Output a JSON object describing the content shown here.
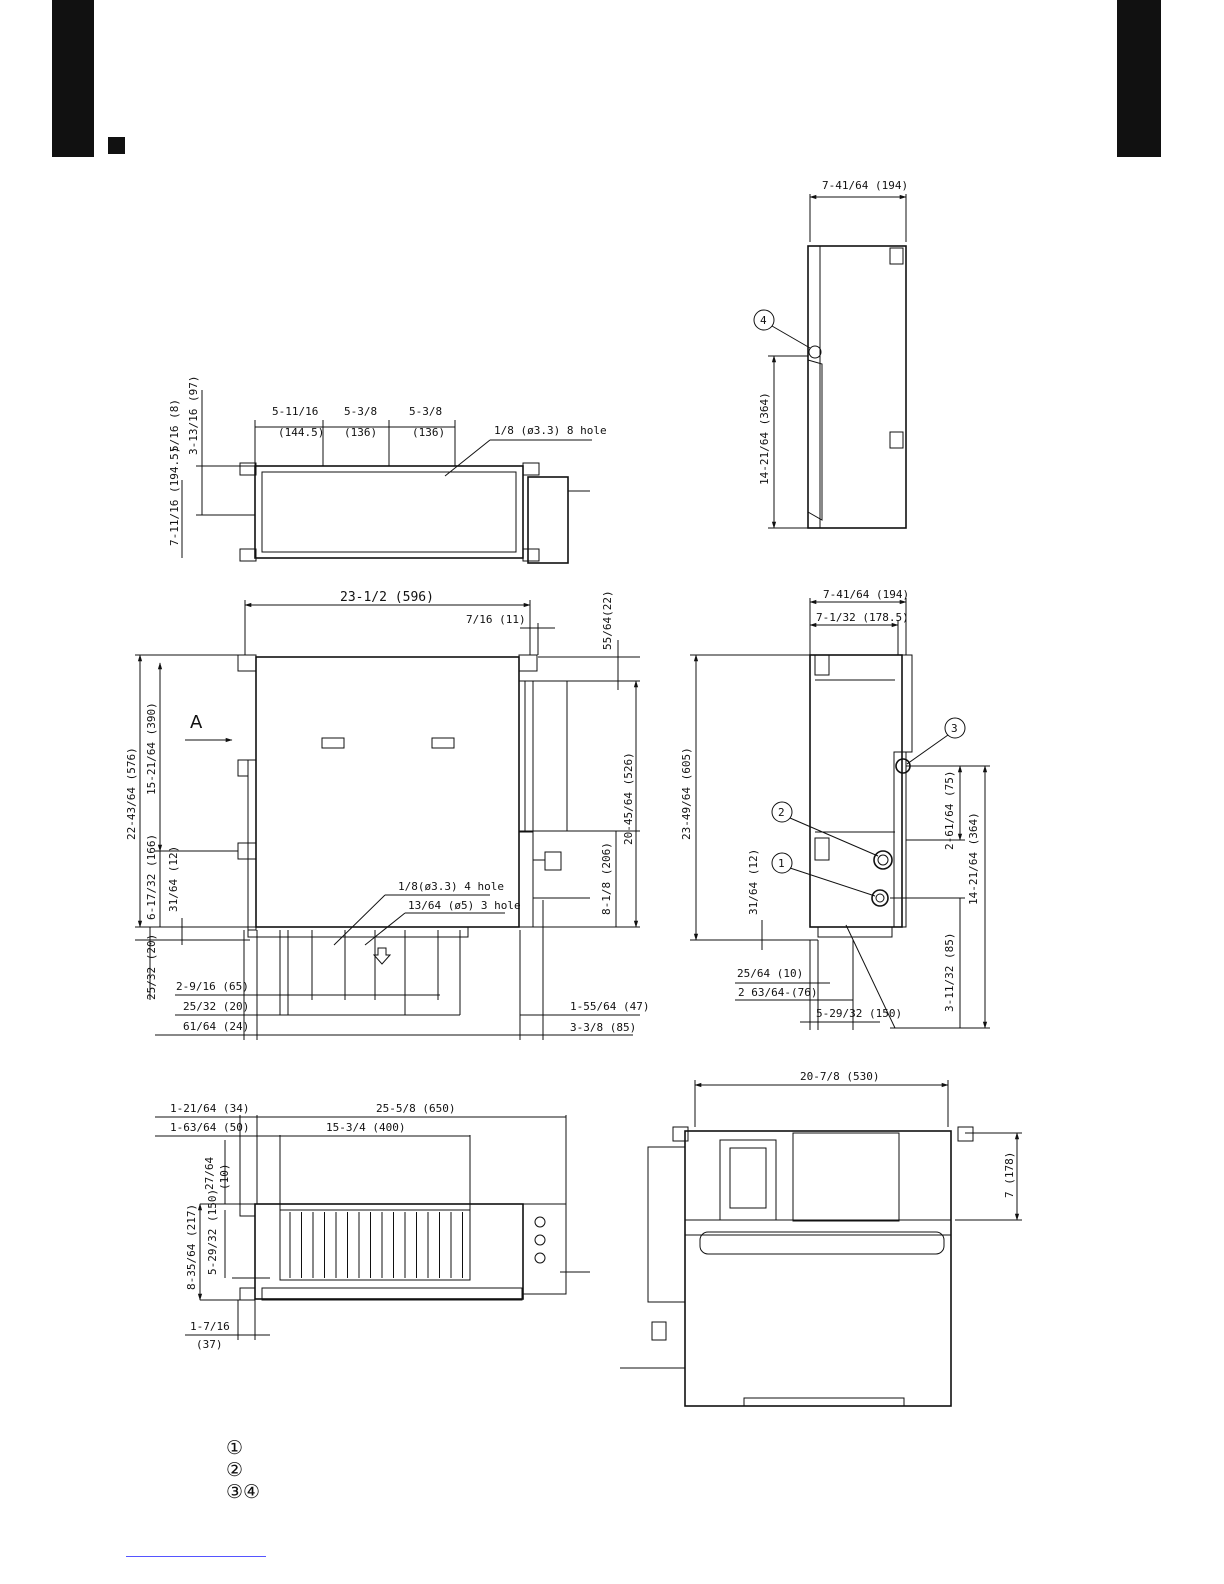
{
  "top_view": {
    "dims": [
      "5-11/16",
      "(144.5)",
      "5-3/8",
      "(136)",
      "5-3/8",
      "(136)",
      "5/16 (8)",
      "3-13/16 (97)",
      "7-11/16 (194.5)"
    ],
    "hole_note": "1/8 (ø3.3) 8 hole"
  },
  "side_view_top": {
    "dims": [
      "7-41/64 (194)",
      "14-21/64 (364)"
    ],
    "marker": "4"
  },
  "front_view": {
    "arrow_label": "A",
    "dims": [
      "23-1/2 (596)",
      "7/16 (11)",
      "55/64(22)",
      "22-43/64 (576)",
      "15-21/64 (390)",
      "6-17/32 (166)",
      "31/64 (12)",
      "25/32 (20)",
      "20-45/64 (526)",
      "8-1/8 (206)",
      "2-9/16 (65)",
      "25/32 (20)",
      "61/64 (24)",
      "1-55/64 (47)",
      "3-3/8 (85)"
    ],
    "notes": [
      "1/8(ø3.3) 4 hole",
      "13/64 (ø5) 3 hole"
    ]
  },
  "side_view_mid": {
    "dims": [
      "7-41/64 (194)",
      "7-1/32 (178.5)",
      "23-49/64 (605)",
      "31/64 (12)",
      "2-61/64 (75)",
      "14-21/64 (364)",
      "3-11/32 (85)",
      "25/64 (10)",
      "2 63/64-(76)",
      "5-29/32 (150)"
    ],
    "markers": [
      "3",
      "2",
      "1"
    ]
  },
  "bottom_view": {
    "dims": [
      "1-21/64 (34)",
      "25-5/8 (650)",
      "1-63/64 (50)",
      "15-3/4 (400)",
      "27/64",
      "(10)",
      "8-35/64 (217)",
      "5-29/32 (150)",
      "1-7/16",
      "(37)"
    ]
  },
  "rear_view": {
    "dims": [
      "20-7/8 (530)",
      "7 (178)"
    ]
  },
  "legend": [
    "①",
    "②",
    "③④"
  ]
}
